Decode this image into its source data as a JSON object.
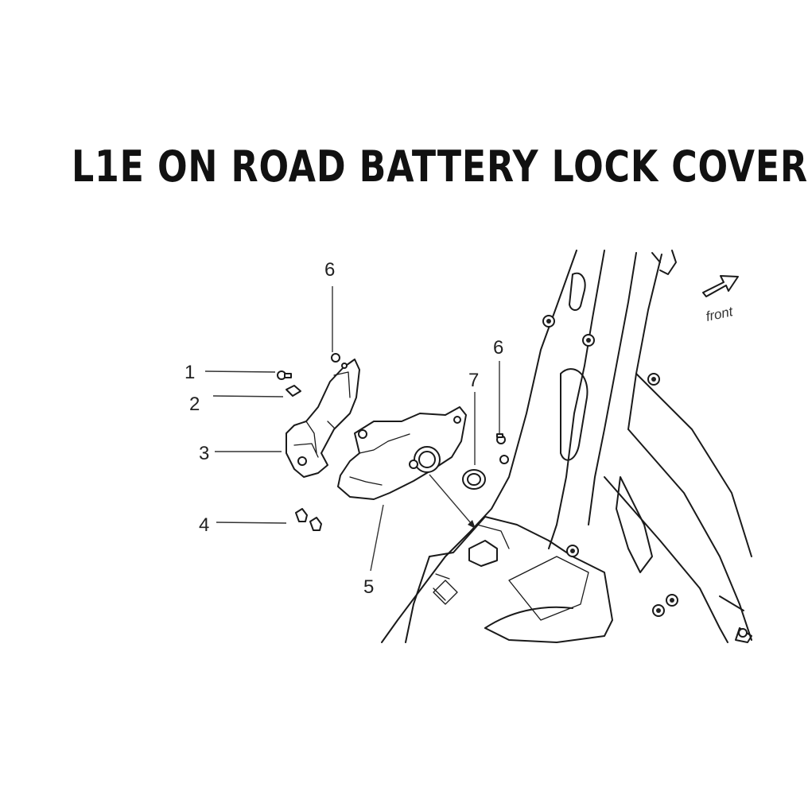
{
  "title": "L1E ON ROAD BATTERY LOCK COVER",
  "direction_note": "front",
  "callouts": {
    "c6a": "6",
    "c1": "1",
    "c2": "2",
    "c3": "3",
    "c4": "4",
    "c5": "5",
    "c7": "7",
    "c6b": "6"
  },
  "colors": {
    "ink": "#1a1a1a",
    "background": "#ffffff"
  }
}
